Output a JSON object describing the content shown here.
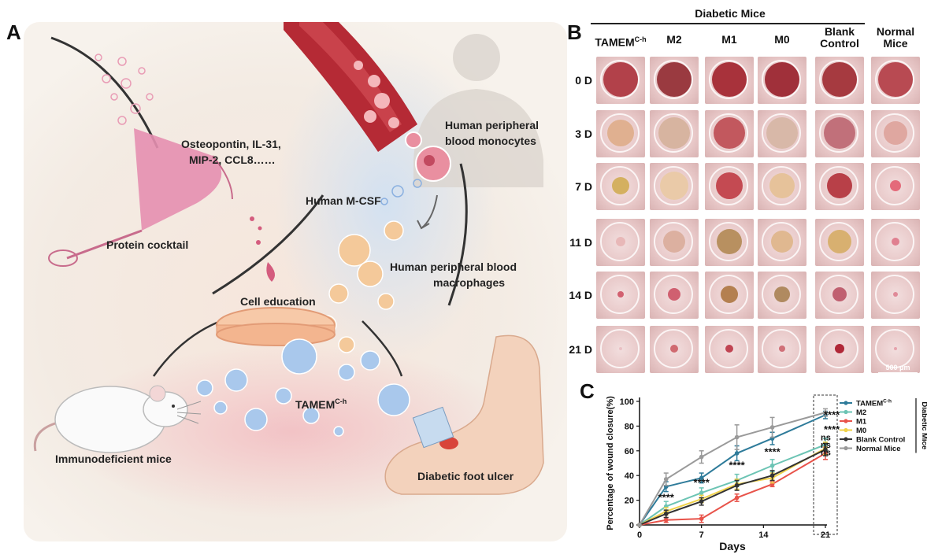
{
  "panels": {
    "a": "A",
    "b": "B",
    "c": "C"
  },
  "illustration": {
    "labels": {
      "cocktail_proteins_1": "Osteopontin, IL-31,",
      "cocktail_proteins_2": "MIP-2, CCL8……",
      "protein_cocktail": "Protein cocktail",
      "monocytes_1": "Human peripheral",
      "monocytes_2": "blood monocytes",
      "mcsf": "Human M-CSF",
      "macrophages_1": "Human peripheral blood",
      "macrophages_2": "macrophages",
      "cell_education": "Cell education",
      "tamem": "TAMEM",
      "tamem_sup": "C-h",
      "immunodeficient": "Immunodeficient mice",
      "foot_ulcer": "Diabetic foot ulcer"
    },
    "colors": {
      "vessel": "#b52a35",
      "cocktail": "#e58fb0",
      "macrophage": "#f4c99a",
      "tamem_cell": "#a9c8ec",
      "ulcer": "#d8443a"
    }
  },
  "grid": {
    "group_header": "Diabetic Mice",
    "columns": [
      {
        "main": "TAMEM",
        "sup": "C-h"
      },
      {
        "main": "M2",
        "sup": ""
      },
      {
        "main": "M1",
        "sup": ""
      },
      {
        "main": "M0",
        "sup": ""
      },
      {
        "main": "Blank",
        "sup": "",
        "line2": "Control"
      },
      {
        "main": "Normal",
        "sup": "",
        "line2": "Mice"
      }
    ],
    "rows": [
      "0 D",
      "3 D",
      "7 D",
      "11 D",
      "14 D",
      "21 D"
    ],
    "scale_bar": "500 μm"
  },
  "chart_data": {
    "type": "line",
    "ylabel": "Percentage of wound closure(%)",
    "xlabel": "Days",
    "x": [
      0,
      3,
      7,
      11,
      15,
      21
    ],
    "xticks": [
      0,
      7,
      14,
      21
    ],
    "yticks": [
      0,
      20,
      40,
      60,
      80,
      100
    ],
    "ylim": [
      0,
      100
    ],
    "xlim": [
      0,
      21
    ],
    "legend_group": "Diabetic Mice",
    "series": [
      {
        "name": "TAMEM",
        "sup": "C-h",
        "color": "#2e7b9a",
        "values": [
          0,
          31,
          38,
          58,
          70,
          89
        ],
        "err": [
          0,
          4,
          4,
          6,
          5,
          3
        ]
      },
      {
        "name": "M2",
        "sup": "",
        "color": "#6cc4b4",
        "values": [
          0,
          15,
          26,
          36,
          48,
          65
        ],
        "err": [
          0,
          4,
          4,
          5,
          5,
          5
        ]
      },
      {
        "name": "M1",
        "sup": "",
        "color": "#e8534a",
        "values": [
          0,
          4,
          5,
          22,
          33,
          58
        ],
        "err": [
          0,
          2,
          3,
          3,
          2,
          5
        ]
      },
      {
        "name": "M0",
        "sup": "",
        "color": "#f0d24a",
        "values": [
          0,
          11,
          21,
          33,
          38,
          62
        ],
        "err": [
          0,
          3,
          3,
          4,
          4,
          5
        ]
      },
      {
        "name": "Blank Control",
        "sup": "",
        "color": "#333333",
        "values": [
          0,
          9,
          19,
          32,
          40,
          61
        ],
        "err": [
          0,
          3,
          3,
          4,
          4,
          5
        ]
      },
      {
        "name": "Normal Mice",
        "sup": "",
        "color": "#9a9a9a",
        "values": [
          0,
          37,
          55,
          71,
          79,
          91
        ],
        "err": [
          0,
          5,
          5,
          10,
          8,
          3
        ]
      }
    ],
    "annotations": [
      {
        "text": "****",
        "x": 3,
        "y": 22
      },
      {
        "text": "****",
        "x": 7,
        "y": 34
      },
      {
        "text": "****",
        "x": 11,
        "y": 48
      },
      {
        "text": "****",
        "x": 15,
        "y": 59
      },
      {
        "text": "****",
        "x": 21,
        "y": 89
      },
      {
        "text": "****",
        "x": 21,
        "y": 77
      },
      {
        "text": "ns",
        "x": 21,
        "y": 71
      },
      {
        "text": "ns",
        "x": 21,
        "y": 65
      },
      {
        "text": "ns",
        "x": 21,
        "y": 59
      }
    ]
  }
}
